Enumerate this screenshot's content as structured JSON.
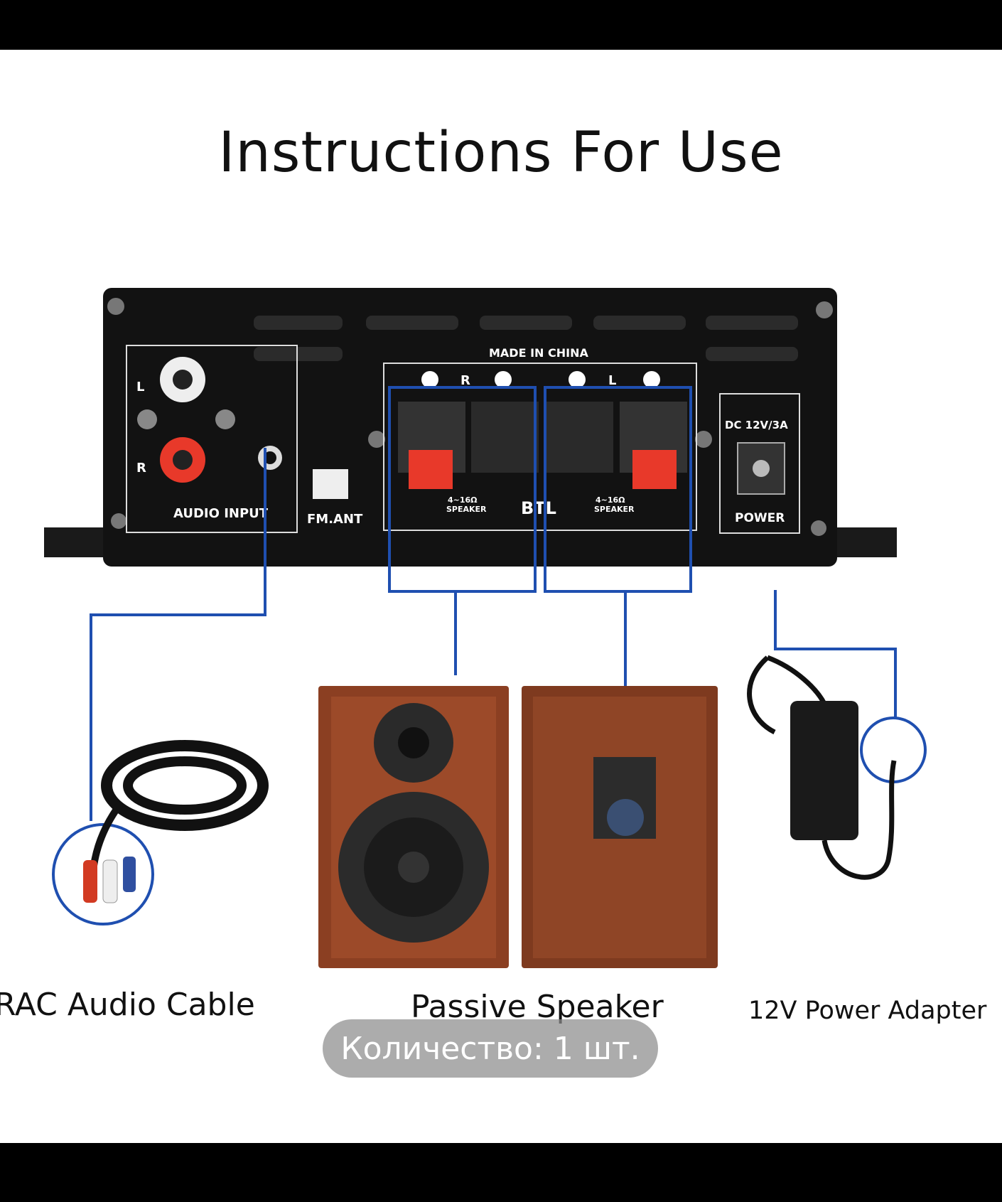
{
  "photo": {
    "headline": "Instructions For Use",
    "panel": {
      "audio_input": "AUDIO INPUT",
      "left_channel": "L",
      "right_channel": "R",
      "fm_ant": "FM.ANT",
      "made_in": "MADE IN CHINA",
      "terminal_r": "R",
      "terminal_l": "L",
      "impedance": "4~16Ω",
      "speaker": "SPEAKER",
      "btl": "BTL",
      "dc_rating": "DC 12V/3A",
      "power": "POWER"
    },
    "captions": {
      "cable": "RAC Audio Cable",
      "speaker": "Passive Speaker",
      "adapter": "12V Power Adapter"
    }
  },
  "quantity_pill": "Количество: 1 шт.",
  "colors": {
    "wire_blue": "#1f4fb0",
    "chassis": "#111111",
    "terminal_red": "#e8392a",
    "wood": "#8b3f22"
  }
}
